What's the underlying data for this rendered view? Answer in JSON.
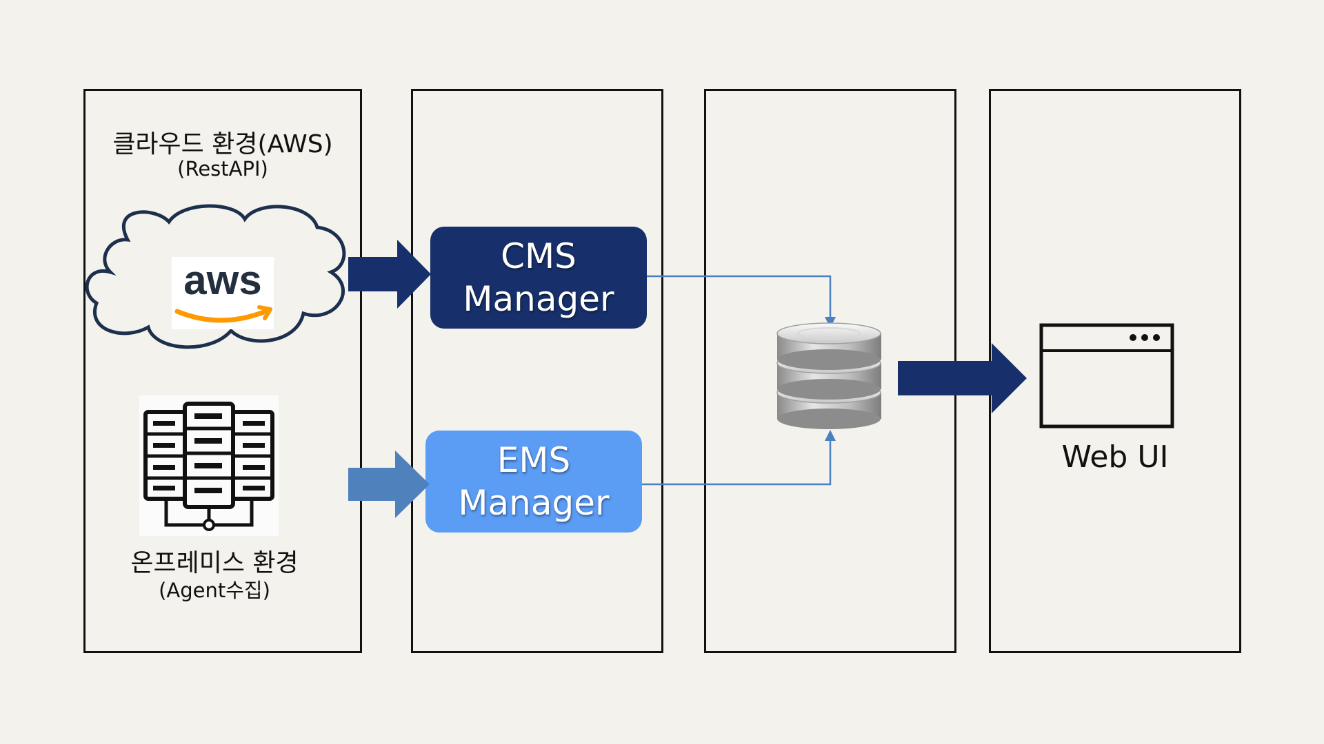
{
  "cloud": {
    "title": "클라우드 환경(AWS)",
    "subtitle": "(RestAPI)",
    "logo_text": "aws",
    "icon": "cloud-icon"
  },
  "onprem": {
    "title": "온프레미스 환경",
    "subtitle": "(Agent수집)",
    "icon": "server-rack-icon"
  },
  "cms": {
    "line1": "CMS",
    "line2": "Manager"
  },
  "ems": {
    "line1": "EMS",
    "line2": "Manager"
  },
  "database": {
    "icon": "database-icon"
  },
  "webui": {
    "label": "Web UI",
    "icon": "browser-window-icon"
  },
  "colors": {
    "background": "#f4f2ec",
    "dark_navy": "#17306b",
    "light_blue": "#5b9cf5",
    "mid_blue_arrow": "#4f81bd",
    "connector": "#4a7fc1",
    "aws_orange": "#f90"
  }
}
